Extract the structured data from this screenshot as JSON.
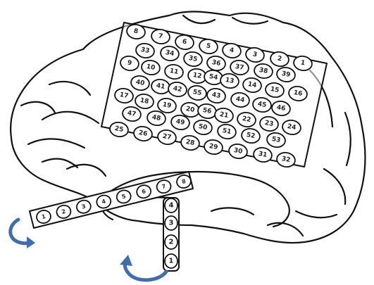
{
  "grid_electrodes": [
    {
      "label": "8"
    },
    {
      "label": "7"
    },
    {
      "label": "6"
    },
    {
      "label": "5"
    },
    {
      "label": "4"
    },
    {
      "label": "3"
    },
    {
      "label": "2"
    },
    {
      "label": "1"
    },
    {
      "label": "33"
    },
    {
      "label": "34"
    },
    {
      "label": "35"
    },
    {
      "label": "36"
    },
    {
      "label": "37"
    },
    {
      "label": "38"
    },
    {
      "label": "39"
    },
    {
      "label": "9"
    },
    {
      "label": "10"
    },
    {
      "label": "11"
    },
    {
      "label": "12"
    },
    {
      "label": "54"
    },
    {
      "label": "13"
    },
    {
      "label": "14"
    },
    {
      "label": "15"
    },
    {
      "label": "16"
    },
    {
      "label": "40"
    },
    {
      "label": "41"
    },
    {
      "label": "42"
    },
    {
      "label": "55"
    },
    {
      "label": "43"
    },
    {
      "label": "44"
    },
    {
      "label": "45"
    },
    {
      "label": "46"
    },
    {
      "label": "17"
    },
    {
      "label": "18"
    },
    {
      "label": "19"
    },
    {
      "label": "20"
    },
    {
      "label": "56"
    },
    {
      "label": "21"
    },
    {
      "label": "22"
    },
    {
      "label": "23"
    },
    {
      "label": "24"
    },
    {
      "label": "47"
    },
    {
      "label": "48"
    },
    {
      "label": "49"
    },
    {
      "label": "50"
    },
    {
      "label": "51"
    },
    {
      "label": "52"
    },
    {
      "label": "53"
    },
    {
      "label": "25"
    },
    {
      "label": "26"
    },
    {
      "label": "27"
    },
    {
      "label": "28"
    },
    {
      "label": "29"
    },
    {
      "label": "30"
    },
    {
      "label": "31"
    },
    {
      "label": "32"
    }
  ],
  "strip_a_electrodes": [
    {
      "label": "1"
    },
    {
      "label": "2"
    },
    {
      "label": "3"
    },
    {
      "label": "4"
    },
    {
      "label": "5"
    },
    {
      "label": "6"
    },
    {
      "label": "7"
    },
    {
      "label": "8"
    }
  ],
  "strip_b_electrodes": [
    {
      "label": "4"
    },
    {
      "label": "3"
    },
    {
      "label": "2"
    },
    {
      "label": "1"
    }
  ],
  "colors": {
    "outline": "#111111",
    "arrow": "#3d6fae",
    "background": "#ffffff"
  }
}
